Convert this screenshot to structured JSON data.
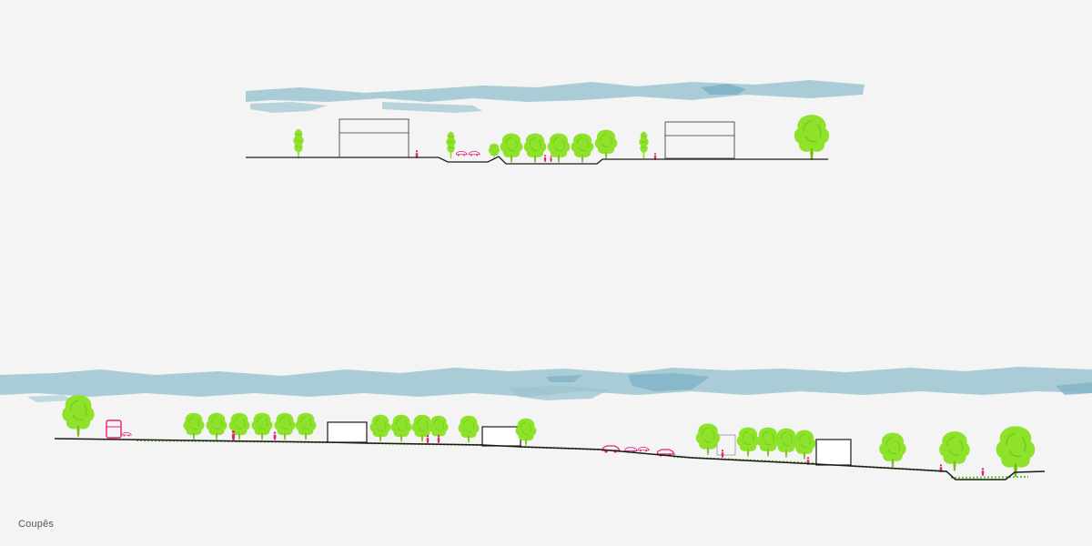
{
  "caption": "Coupês",
  "colors": {
    "background": "#f4f4f4",
    "sky": "#9cc4d0",
    "sky_dark": "#7fb3c6",
    "tree": "#8fe22a",
    "tree_dark": "#74c81c",
    "figure": "#e0207a",
    "ground": "#1a1a1a",
    "building_line": "#333333",
    "hedge": "#5ec62a"
  },
  "sections": [
    {
      "name": "section-top",
      "elements": [
        "sky",
        "ground",
        "buildings",
        "trees",
        "vehicles",
        "people"
      ]
    },
    {
      "name": "section-bottom",
      "elements": [
        "sky",
        "ground",
        "buildings",
        "trees",
        "vehicles",
        "people",
        "hedges"
      ]
    }
  ]
}
